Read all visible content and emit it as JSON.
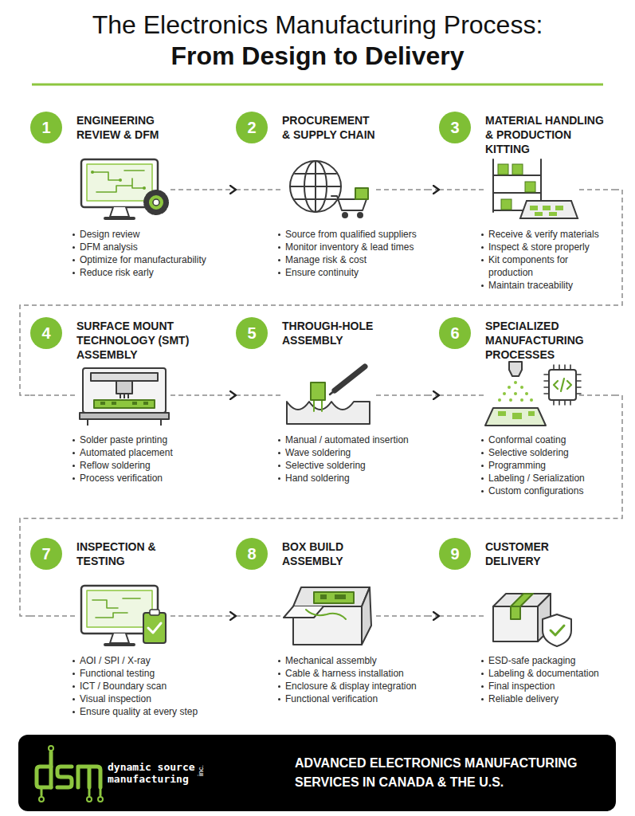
{
  "diagram": {
    "title": "The Electronics Manufacturing Process:",
    "nodes": [
      {
        "text": [
          "1",
          "ENGINEERING REVIEW & DFM",
          "Design review",
          "DFM analysis",
          "Optimize for manufacturability",
          "Reduce risk early"
        ]
      },
      {
        "text": [
          "2",
          "PROCUREMENT & SUPPLY CHAIN",
          "Source from qualified suppliers",
          "Monitor inventory & lead times",
          "Manage risk & cost",
          "Ensure continuity"
        ]
      },
      {
        "text": [
          "3",
          "MATERIAL HANDLING & PRODUCTION KITTING",
          "Receive & verify materials",
          "Inspect & store properly",
          "Kit components for production",
          "Maintain traceability"
        ]
      },
      {
        "text": [
          "4",
          "SURFACE MOUNT TECHNOLOGY (SMT) ASSEMBLY",
          "Solder paste printing",
          "Automated placement",
          "Reflow soldering",
          "Process verification"
        ]
      },
      {
        "text": [
          "5",
          "THROUGH-HOLE ASSEMBLY",
          "Manual / automated insertion",
          "Wave soldering",
          "Selective soldering",
          "Hand soldering"
        ]
      },
      {
        "text": [
          "6",
          "SPECIALIZED MANUFACTURING PROCESSES",
          "Conformal coating",
          "Selective soldering",
          "Programming",
          "Labeling / Serialization",
          "Custom configurations"
        ]
      },
      {
        "text": [
          "7",
          "INSPECTION & TESTING",
          "AOI / SPI / X-ray",
          "Functional testing",
          "ICT / Boundary scan",
          "Visual inspection",
          "Ensure quality at every step"
        ]
      },
      {
        "text": [
          "8",
          "BOX BUILD ASSEMBLY",
          "Mechanical assembly",
          "Cable & harness installation",
          "Enclosure & display integration",
          "Functional verification"
        ]
      },
      {
        "text": [
          "9",
          "CUSTOMER DELIVERY",
          "ESD-safe packaging",
          "Labeling & documentation",
          "Final inspection",
          "Reliable delivery"
        ]
      },
      {
        "text": [
          "dynamic source manufacturing",
          "inc.",
          "ADVANCED ELECTRONICS MANUFACTURING SERVICES IN CANADA & THE U.S."
        ]
      }
    ],
    "edges": [
      {
        "from": 0,
        "to": 1,
        "arrow": "to"
      },
      {
        "from": 1,
        "to": 2,
        "arrow": "to"
      },
      {
        "from": 2,
        "to": 3,
        "arrow": "none"
      },
      {
        "from": 3,
        "to": 4,
        "arrow": "to"
      },
      {
        "from": 4,
        "to": 5,
        "arrow": "to"
      },
      {
        "from": 5,
        "to": 6,
        "arrow": "none"
      },
      {
        "from": 6,
        "to": 7,
        "arrow": "to"
      },
      {
        "from": 7,
        "to": 8,
        "arrow": "to"
      }
    ],
    "labels": [
      "From Design to Delivery"
    ]
  }
}
